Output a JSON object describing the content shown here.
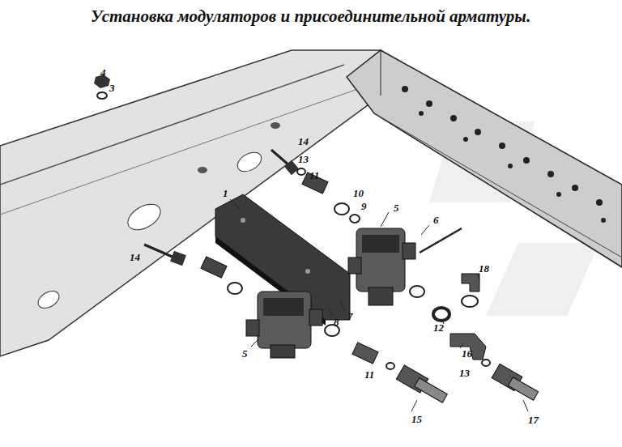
{
  "diagram": {
    "title": "Установка модуляторов и присоединительной арматуры.",
    "labels": [
      "4",
      "3",
      "14",
      "13",
      "11",
      "1",
      "10",
      "9",
      "5",
      "6",
      "14",
      "18",
      "7",
      "8",
      "12",
      "5",
      "16",
      "11",
      "13",
      "15",
      "17"
    ]
  }
}
